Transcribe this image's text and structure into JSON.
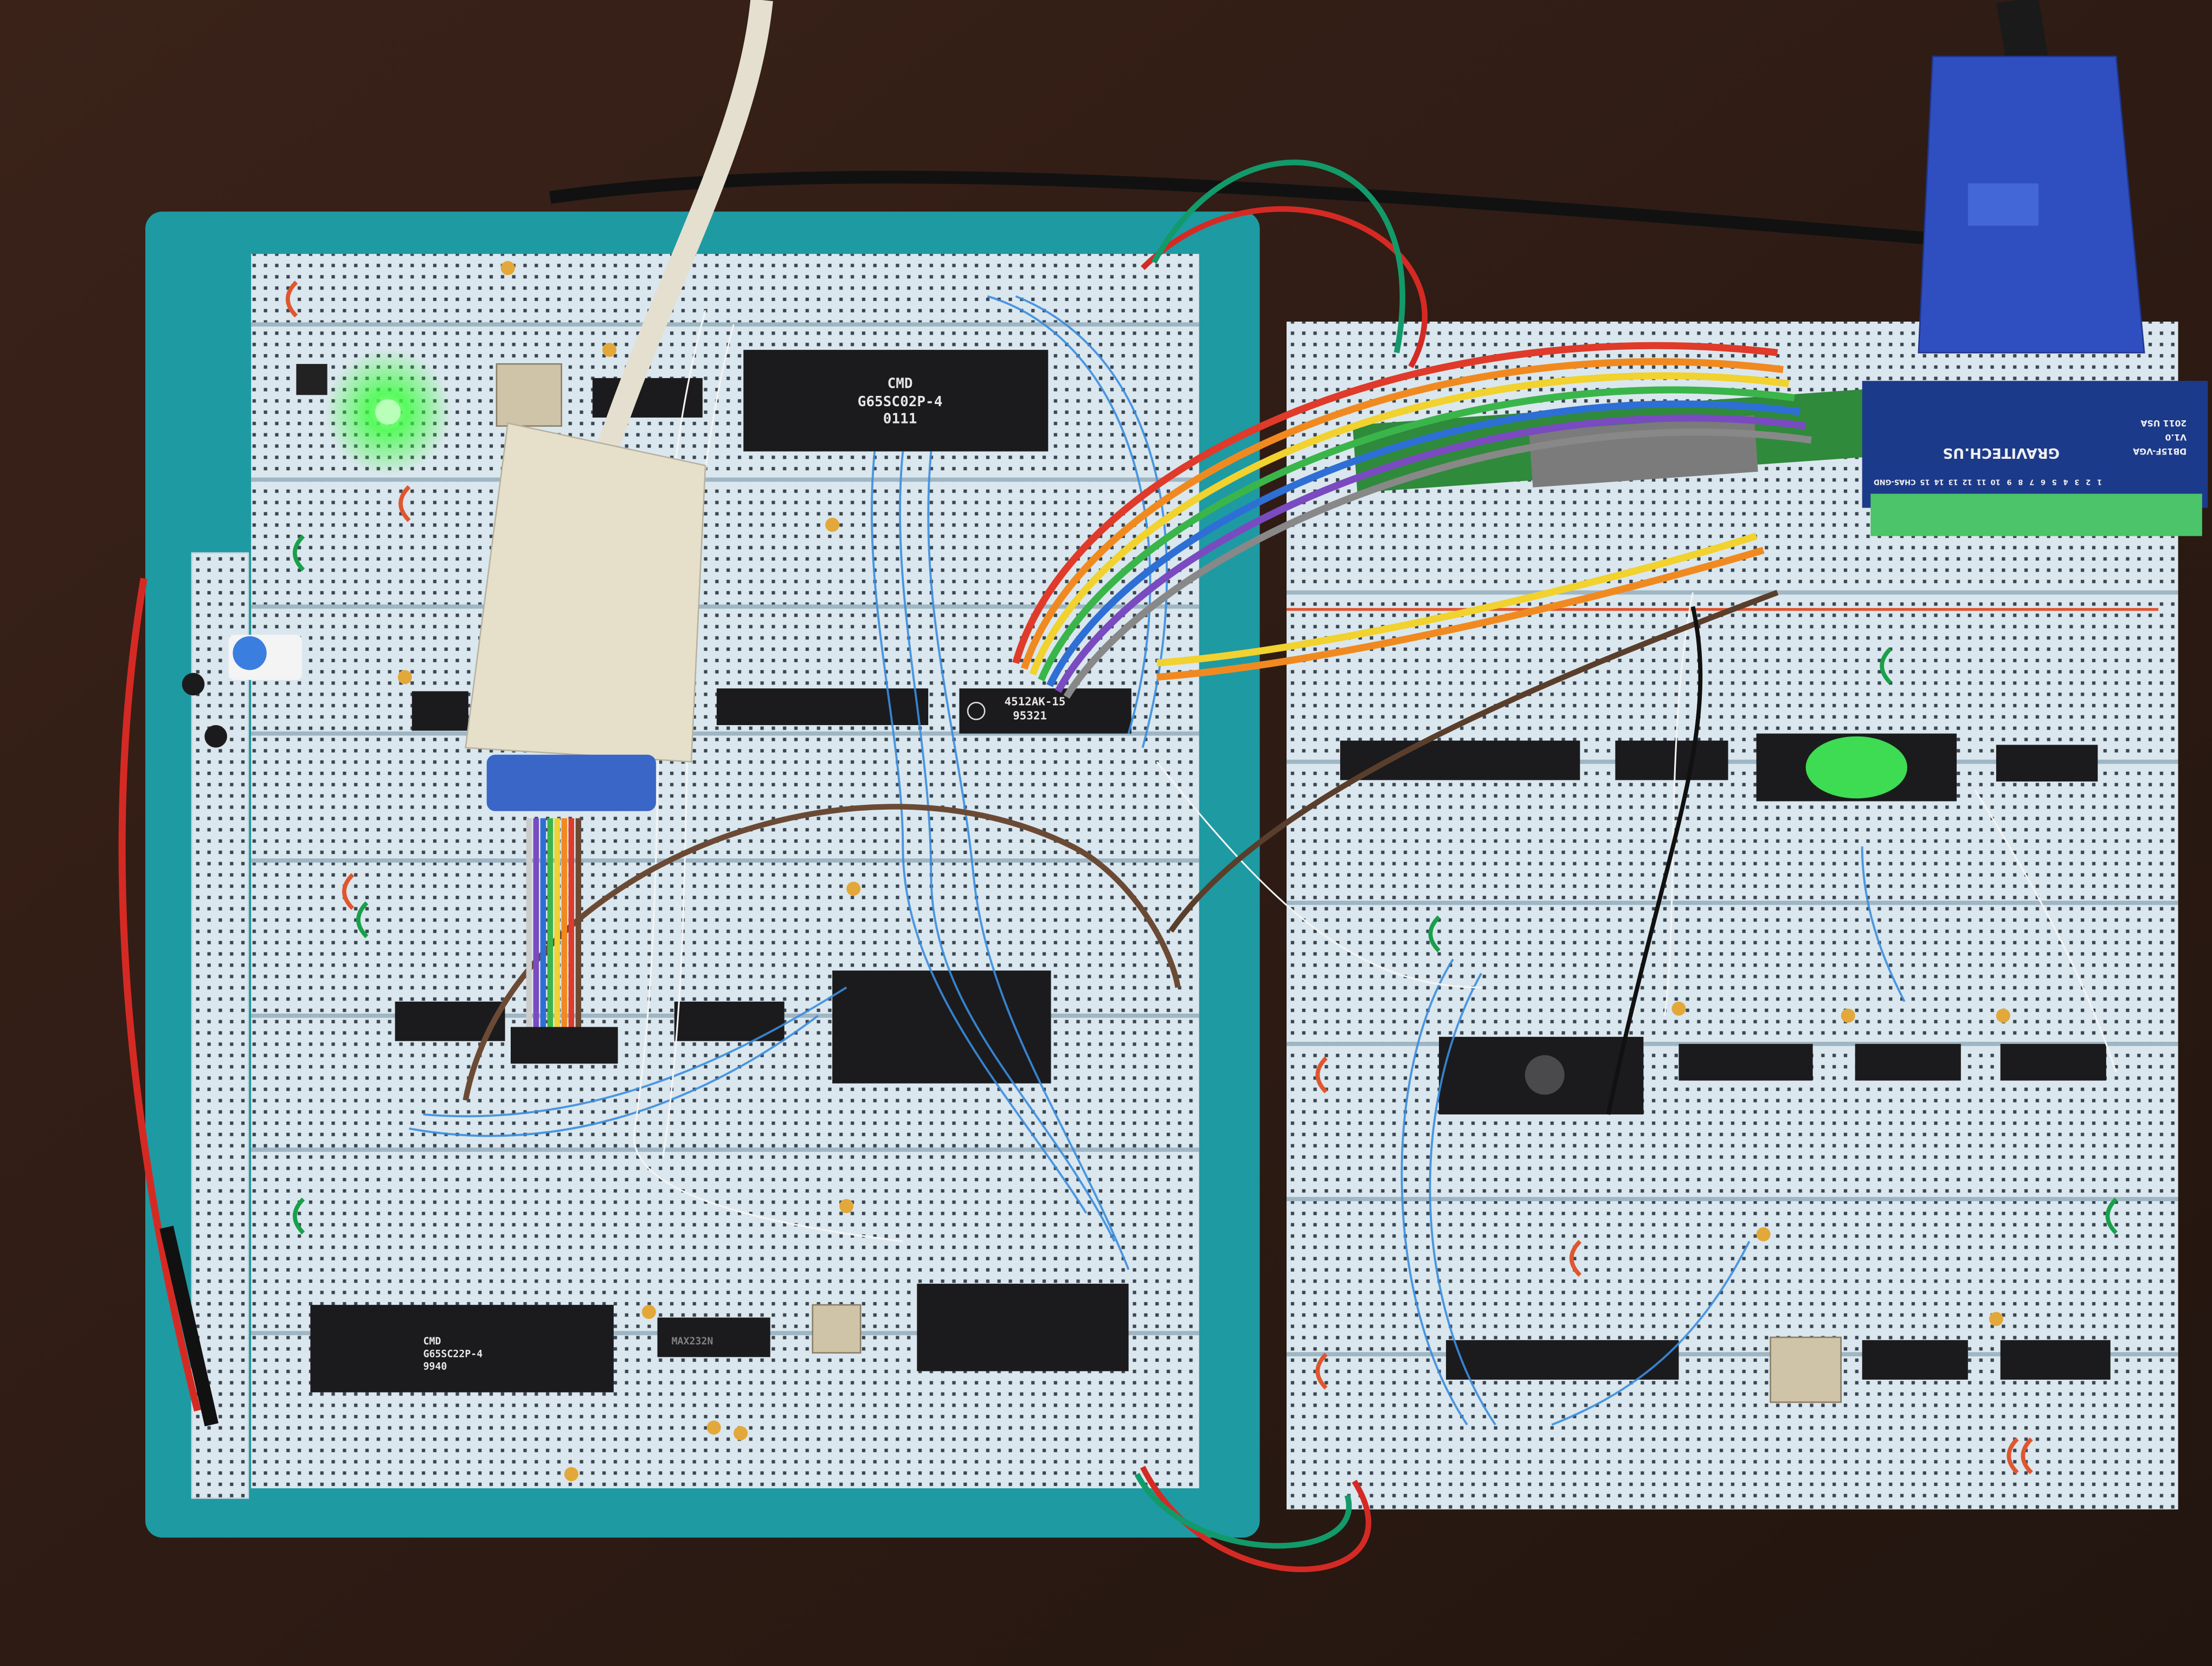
{
  "chips": {
    "cpu": {
      "line1": "CMD",
      "line2": "G65SC02P-4",
      "line3": "0111"
    },
    "via": {
      "line1": "CMD",
      "line2": "G65SC22P-4",
      "line3": "9940"
    },
    "ram": {
      "line1": "4512AK-15",
      "line2": "95321"
    },
    "uart_driver": {
      "line1": "MAX232N"
    }
  },
  "vga_adapter": {
    "brand": "GRAVITECH.US",
    "model": "DB15F-VGA",
    "version": "V1.0",
    "year": "2011 USA",
    "pin_labels": [
      "1",
      "2",
      "3",
      "4",
      "5",
      "6",
      "7",
      "8",
      "9",
      "10",
      "11",
      "12",
      "13",
      "14",
      "15",
      "CHAS-GND"
    ]
  },
  "colors": {
    "background": "#2a1a14",
    "tray": "#1e9aa3",
    "breadboard": "#dfe9ee",
    "chip": "#1b1b1d",
    "led": "#39ff3c",
    "vga_connector": "#2f4fc0"
  }
}
